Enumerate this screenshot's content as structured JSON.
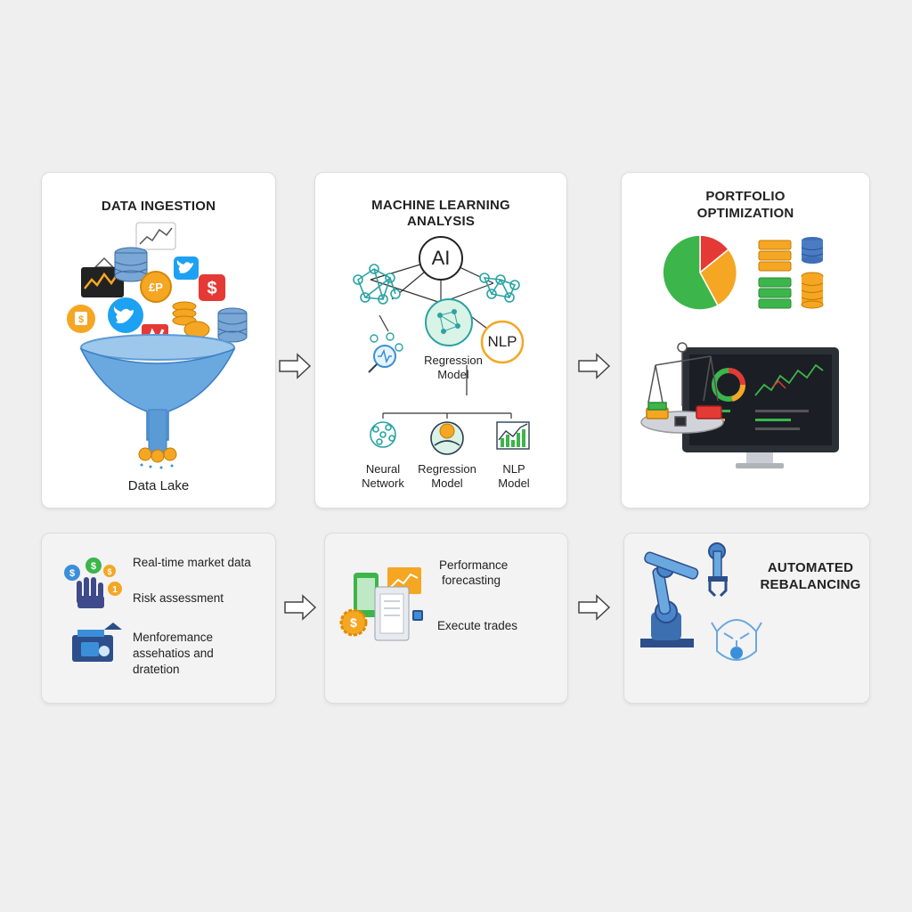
{
  "top": {
    "ingestion": {
      "title": "DATA INGESTION",
      "footer": "Data Lake"
    },
    "ml": {
      "title_line1": "MACHINE LEARNING",
      "title_line2": "ANALYSIS",
      "ai_label": "AI",
      "nlp_label": "NLP",
      "center_label_line1": "Regression",
      "center_label_line2": "Model",
      "models": [
        {
          "line1": "Neural",
          "line2": "Network"
        },
        {
          "line1": "Regression",
          "line2": "Model"
        },
        {
          "line1": "NLP",
          "line2": "Model"
        }
      ]
    },
    "portfolio": {
      "title_line1": "PORTFOLIO",
      "title_line2": "OPTIMIZATION"
    }
  },
  "bottom": {
    "left": {
      "items": [
        "Real-time market data",
        "Risk assessment"
      ],
      "multi_line1": "Menforemance",
      "multi_line2": "assehatios and",
      "multi_line3": "dratetion"
    },
    "middle": {
      "perf_line1": "Performance",
      "perf_line2": "forecasting",
      "execute": "Execute trades"
    },
    "right": {
      "title_line1": "AUTOMATED",
      "title_line2": "REBALANCING"
    }
  },
  "icons": [
    "funnel-icon",
    "database-icon",
    "twitter-icon",
    "dollar-icon",
    "coin-icon",
    "network-icon",
    "magnifier-icon",
    "pie-chart-icon",
    "stacked-coins-icon",
    "monitor-icon",
    "scale-icon",
    "robot-arm-icon",
    "robot-face-icon",
    "phone-icon",
    "arrow-right-icon"
  ],
  "colors": {
    "accent_blue": "#3b8fd9",
    "orange": "#f5a623",
    "green": "#3cb54a",
    "red": "#e53935",
    "teal": "#2aa3a3"
  }
}
